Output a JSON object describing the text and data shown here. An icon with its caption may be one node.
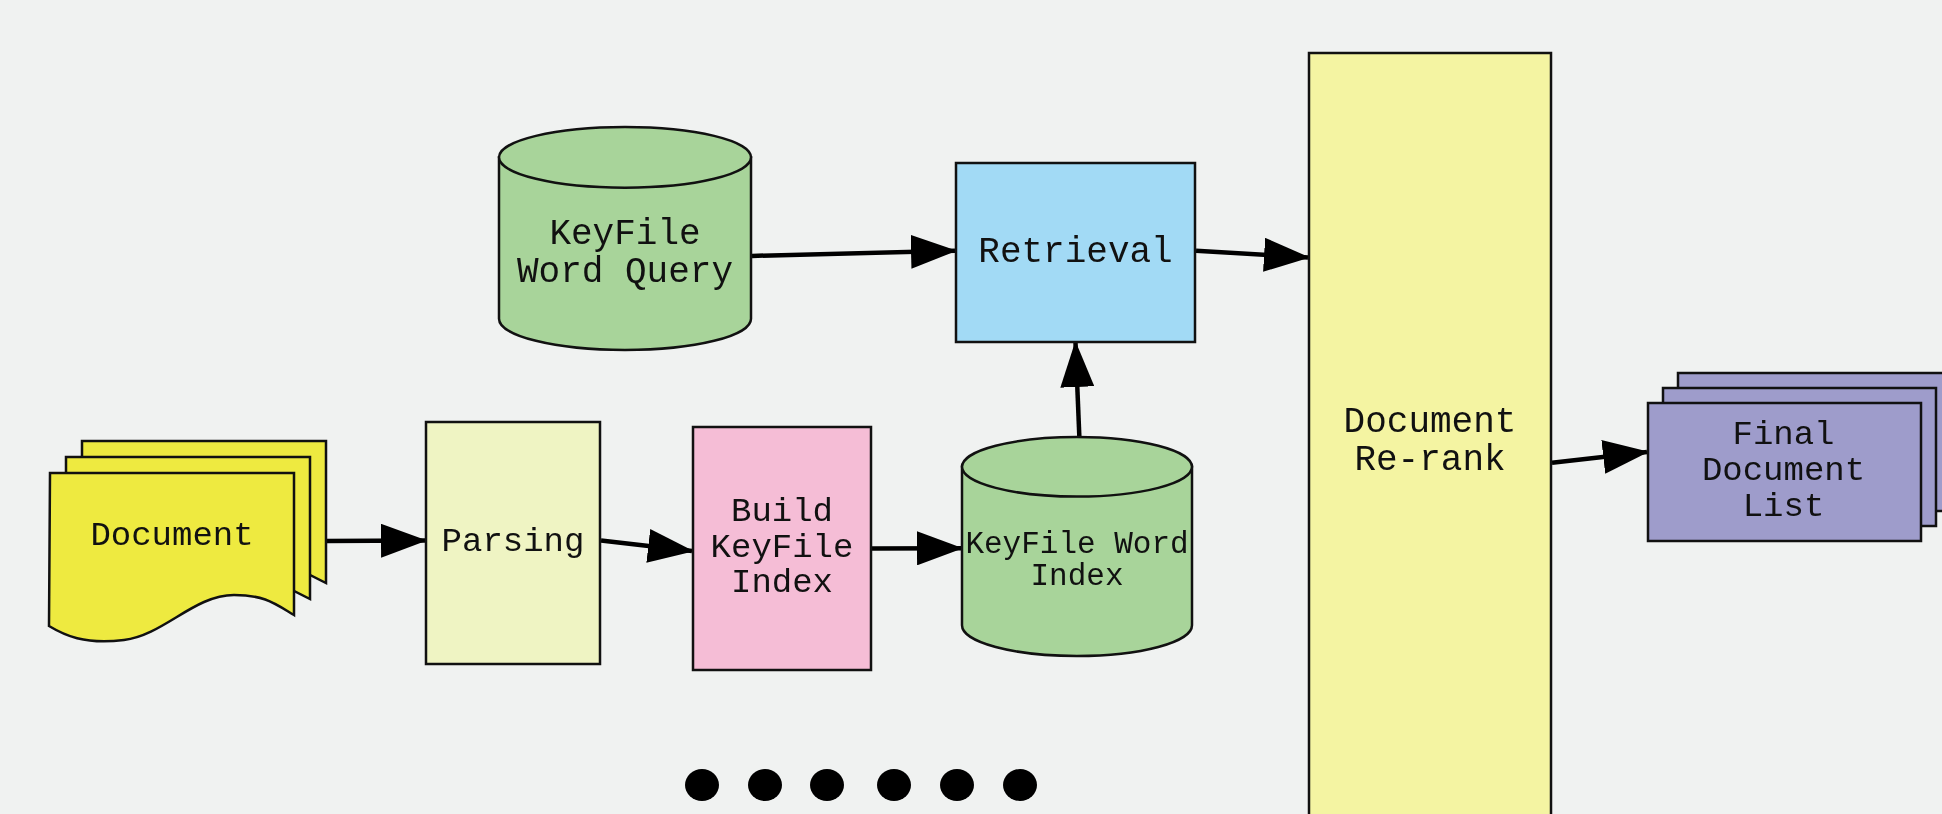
{
  "diagram": {
    "nodes": [
      {
        "text": [
          "KeyFile Word Query"
        ]
      },
      {
        "text": [
          "Retrieval"
        ]
      },
      {
        "text": [
          "Document Re-rank"
        ]
      },
      {
        "text": [
          "Document"
        ]
      },
      {
        "text": [
          "Parsing"
        ]
      },
      {
        "text": [
          "Build KeyFile Index"
        ]
      },
      {
        "text": [
          "KeyFile Word Index"
        ]
      },
      {
        "text": [
          "Final Document List"
        ]
      }
    ],
    "edges": [
      {
        "from": 3,
        "to": 4,
        "arrow": "to"
      },
      {
        "from": 4,
        "to": 5,
        "arrow": "to"
      },
      {
        "from": 5,
        "to": 6,
        "arrow": "to"
      },
      {
        "from": 6,
        "to": 1,
        "arrow": "to"
      },
      {
        "from": 0,
        "to": 1,
        "arrow": "to"
      },
      {
        "from": 1,
        "to": 2,
        "arrow": "to"
      },
      {
        "from": 2,
        "to": 7,
        "arrow": "to"
      }
    ]
  }
}
